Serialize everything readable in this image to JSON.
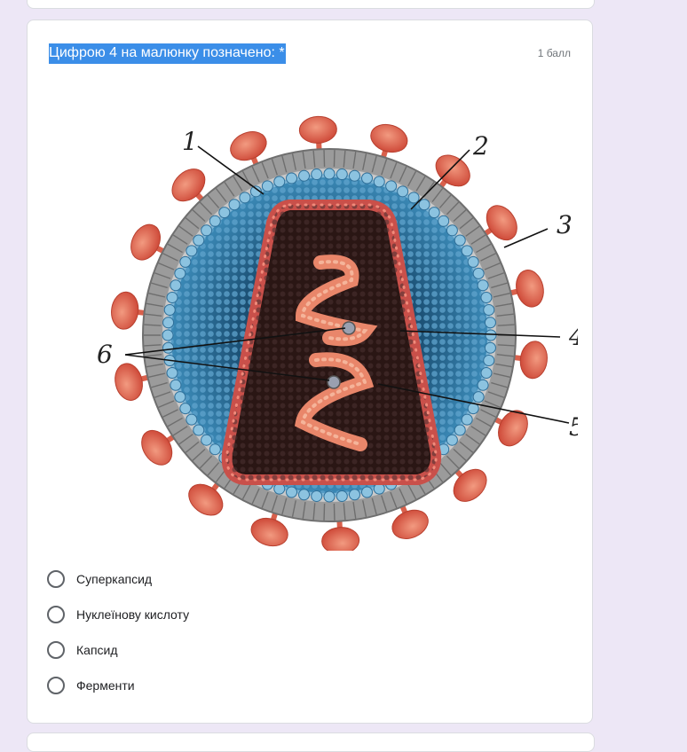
{
  "question": {
    "title": "Цифрою 4 на малюнку позначено: *",
    "points": "1 балл"
  },
  "figure": {
    "labels": [
      "1",
      "2",
      "3",
      "4",
      "5",
      "6"
    ],
    "colors": {
      "spike": "#e0664f",
      "membrane": "#8a8a8a",
      "capsid_outer": "#7fb6d6",
      "core": "#c9504a",
      "nucleic_acid": "#e9866a",
      "background_inner": "#1f5a80"
    }
  },
  "options": [
    {
      "label": "Суперкапсид",
      "selected": false
    },
    {
      "label": "Нуклеїнову кислоту",
      "selected": false
    },
    {
      "label": "Капсид",
      "selected": false
    },
    {
      "label": "Ферменти",
      "selected": false
    }
  ]
}
